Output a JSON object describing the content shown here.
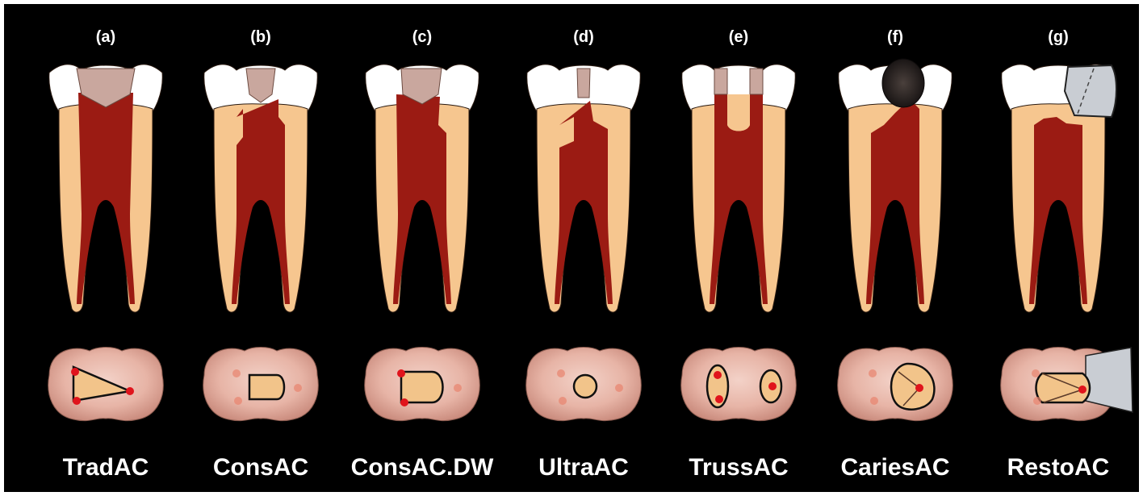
{
  "panels": [
    {
      "letter": "(a)",
      "name": "TradAC"
    },
    {
      "letter": "(b)",
      "name": "ConsAC"
    },
    {
      "letter": "(c)",
      "name": "ConsAC.DW"
    },
    {
      "letter": "(d)",
      "name": "UltraAC"
    },
    {
      "letter": "(e)",
      "name": "TrussAC"
    },
    {
      "letter": "(f)",
      "name": "CariesAC"
    },
    {
      "letter": "(g)",
      "name": "RestoAC"
    }
  ],
  "colors": {
    "background": "#000000",
    "enamel": "#ffffff",
    "dentin": "#f6c68f",
    "pulp": "#9b1b13",
    "cavity": "#c9a79e",
    "caries": "#2a2220",
    "restoration": "#c9cdd3",
    "occlusal_surface": "#e8b7aa",
    "access_outline": "#f2c48a",
    "canal_orifice": "#e0141c",
    "label_text": "#ffffff"
  }
}
